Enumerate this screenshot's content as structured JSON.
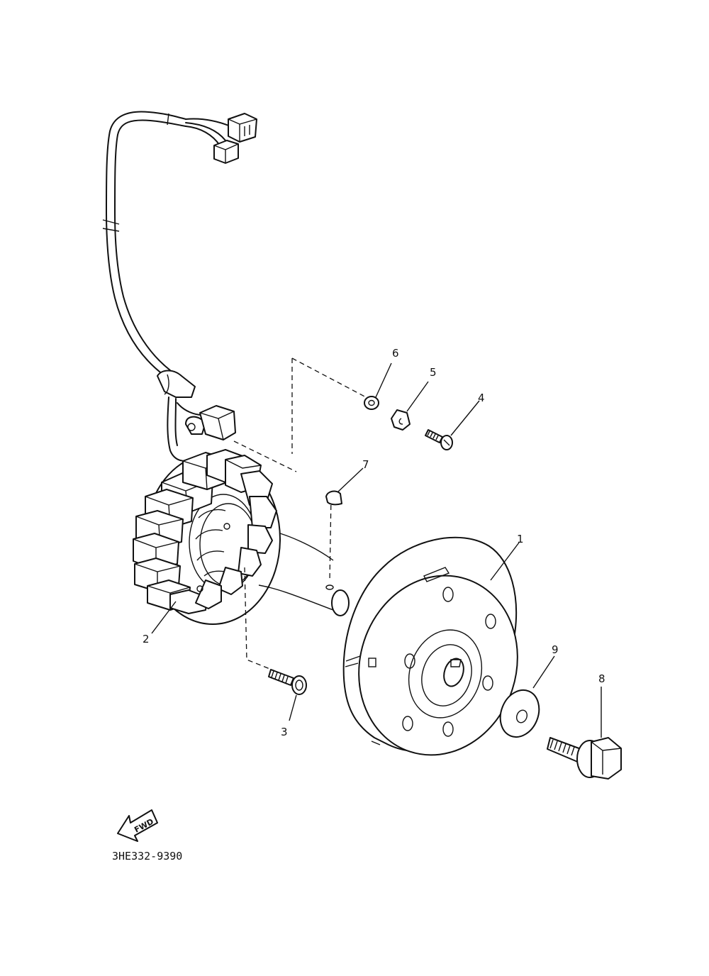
{
  "diagram": {
    "part_labels": {
      "flywheel_rotor": "1",
      "stator_assembly": "2",
      "stator_screw": "3",
      "pickup_screw": "4",
      "clamp": "5",
      "washer_small": "6",
      "woodruff_key": "7",
      "rotor_bolt": "8",
      "rotor_washer": "9"
    },
    "direction_arrow": "FWD",
    "drawing_code": "3HE332-9390"
  }
}
